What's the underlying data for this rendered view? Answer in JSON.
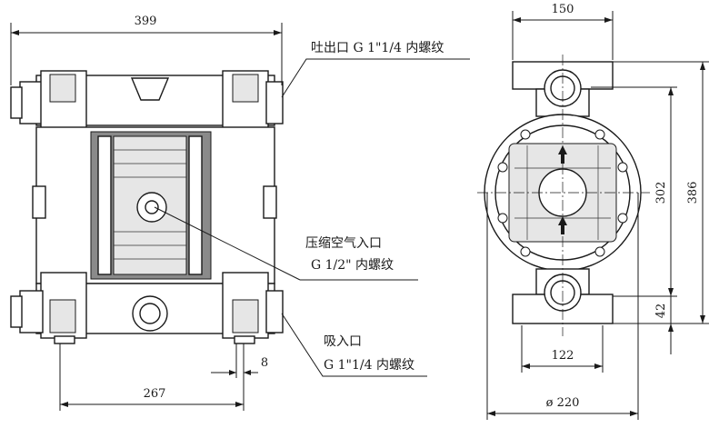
{
  "dimensions": {
    "front_width": "399",
    "front_inner": "267",
    "front_small": "8",
    "side_width": "150",
    "side_port": "122",
    "side_diameter": "ø 220",
    "side_height_inner": "302",
    "side_height_total": "386",
    "side_bottom": "42"
  },
  "labels": {
    "outlet": "吐出口 G 1\"1/4 内螺纹",
    "air_line1": "压缩空气入口",
    "air_line2": "G 1/2\" 内螺纹",
    "inlet_line1": "吸入口",
    "inlet_line2": "G 1\"1/4 内螺纹"
  }
}
